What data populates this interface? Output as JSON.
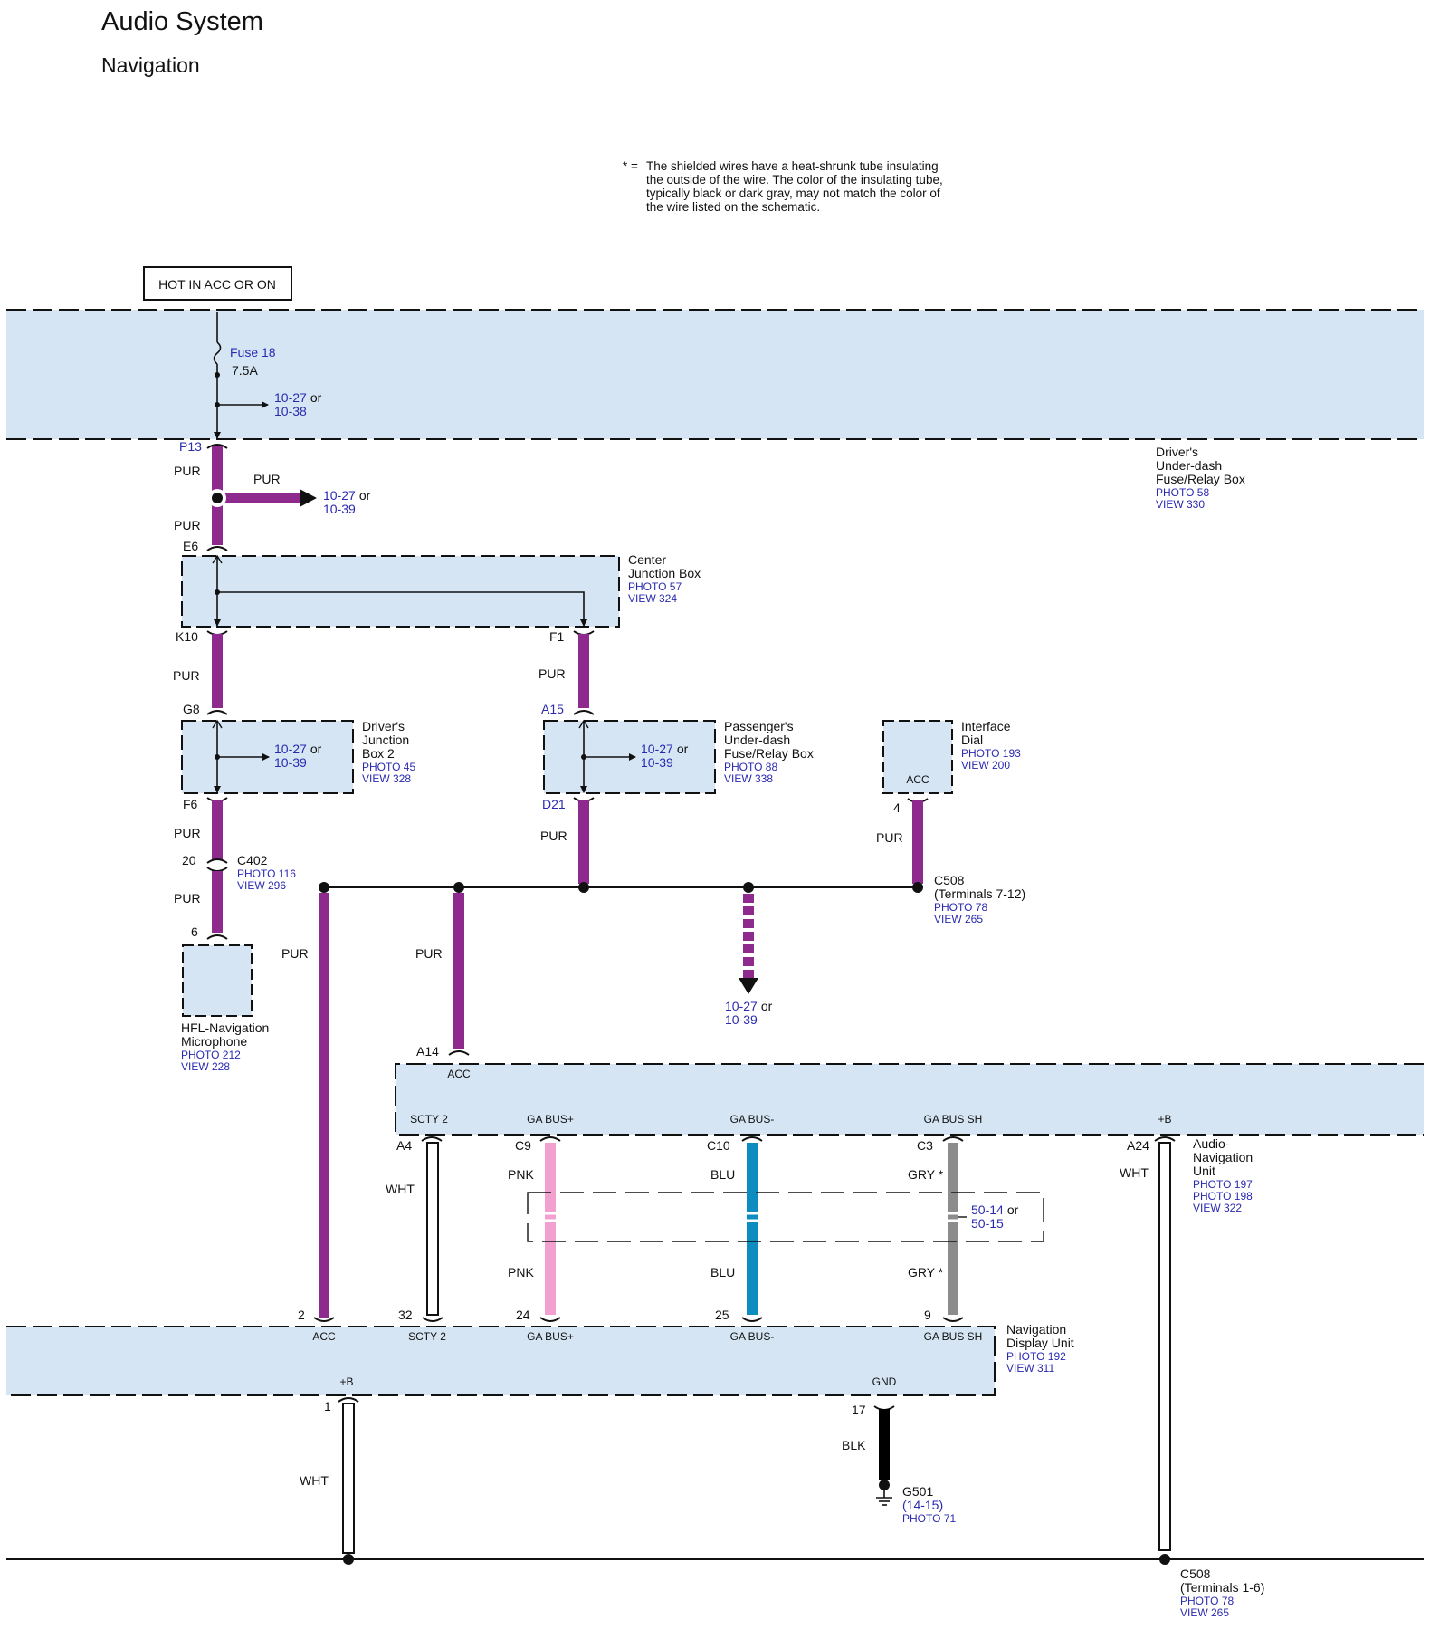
{
  "title": "Audio System",
  "subtitle": "Navigation",
  "note": {
    "star": "* =",
    "lines": [
      "The shielded wires have a heat-shrunk tube insulating",
      "the outside of the wire. The color of the insulating tube,",
      "typically black or dark gray, may not match the color of",
      "the wire listed on the schematic."
    ]
  },
  "hot_label": "HOT IN ACC OR ON",
  "fuse": {
    "name": "Fuse 18",
    "rating": "7.5A",
    "ref1": "10-27",
    "ref_or": "or",
    "ref2": "10-38"
  },
  "fuse_box": {
    "line1": "Driver's",
    "line2": "Under-dash",
    "line3": "Fuse/Relay Box",
    "photo": "PHOTO 58",
    "view": "VIEW 330"
  },
  "splice_ref": {
    "ref1": "10-27",
    "or": "or",
    "ref2": "10-39"
  },
  "center_jb": {
    "line1": "Center",
    "line2": "Junction Box",
    "photo": "PHOTO 57",
    "view": "VIEW 324"
  },
  "djb2": {
    "line1": "Driver's",
    "line2": "Junction",
    "line3": "Box 2",
    "photo": "PHOTO 45",
    "view": "VIEW 328",
    "ref1": "10-27",
    "or": "or",
    "ref2": "10-39"
  },
  "pass_box": {
    "line1": "Passenger's",
    "line2": "Under-dash",
    "line3": "Fuse/Relay Box",
    "photo": "PHOTO 88",
    "view": "VIEW 338",
    "ref1": "10-27",
    "or": "or",
    "ref2": "10-39"
  },
  "dial": {
    "line1": "Interface",
    "line2": "Dial",
    "photo": "PHOTO 193",
    "view": "VIEW 200",
    "pin_label": "ACC",
    "pin": "4"
  },
  "c402": {
    "name": "C402",
    "photo": "PHOTO 116",
    "view": "VIEW 296",
    "pin_in": "20",
    "pin_out": "6"
  },
  "c508a": {
    "name": "C508",
    "terminals": "(Terminals 7-12)",
    "photo": "PHOTO 78",
    "view": "VIEW 265"
  },
  "mic": {
    "line1": "HFL-Navigation",
    "line2": "Microphone",
    "photo": "PHOTO 212",
    "view": "VIEW 228"
  },
  "down_ref": {
    "ref1": "10-27",
    "or": "or",
    "ref2": "10-39"
  },
  "anu": {
    "line1": "Audio-",
    "line2": "Navigation",
    "line3": "Unit",
    "photo1": "PHOTO 197",
    "photo2": "PHOTO 198",
    "view": "VIEW 322",
    "acc_pin": "A14",
    "acc_label": "ACC",
    "pins": [
      {
        "label": "SCTY 2",
        "pin": "A4"
      },
      {
        "label": "GA BUS+",
        "pin": "C9"
      },
      {
        "label": "GA BUS-",
        "pin": "C10"
      },
      {
        "label": "GA BUS SH",
        "pin": "C3"
      },
      {
        "label": "+B",
        "pin": "A24"
      }
    ]
  },
  "shield_ref": {
    "ref1": "50-14",
    "or": "or",
    "ref2": "50-15"
  },
  "ndu": {
    "line1": "Navigation",
    "line2": "Display Unit",
    "photo": "PHOTO 192",
    "view": "VIEW 311",
    "pins": [
      {
        "label": "ACC",
        "pin": "2"
      },
      {
        "label": "SCTY 2",
        "pin": "32"
      },
      {
        "label": "GA BUS+",
        "pin": "24"
      },
      {
        "label": "GA BUS-",
        "pin": "25"
      },
      {
        "label": "GA BUS SH",
        "pin": "9"
      }
    ],
    "plusb_label": "+B",
    "plusb_pin": "1",
    "gnd_label": "GND",
    "gnd_pin": "17"
  },
  "g501": {
    "name": "G501",
    "ref": "(14-15)",
    "photo": "PHOTO 71"
  },
  "c508b": {
    "name": "C508",
    "terminals": "(Terminals 1-6)",
    "photo": "PHOTO 78",
    "view": "VIEW 265"
  },
  "pins": {
    "p13": "P13",
    "e6": "E6",
    "k10": "K10",
    "f1": "F1",
    "g8": "G8",
    "a15": "A15",
    "f6": "F6",
    "d21": "D21"
  },
  "wires": {
    "pur": "PUR",
    "wht": "WHT",
    "pnk": "PNK",
    "blu": "BLU",
    "gry": "GRY *",
    "blk": "BLK"
  },
  "colors": {
    "panel": "#d6e5f3",
    "pur": "#8e2a8e",
    "pnk": "#f2a0cf",
    "blu": "#0d8cc0",
    "gry": "#8c8c8c",
    "blk": "#000000",
    "link": "#2a2ab0"
  }
}
